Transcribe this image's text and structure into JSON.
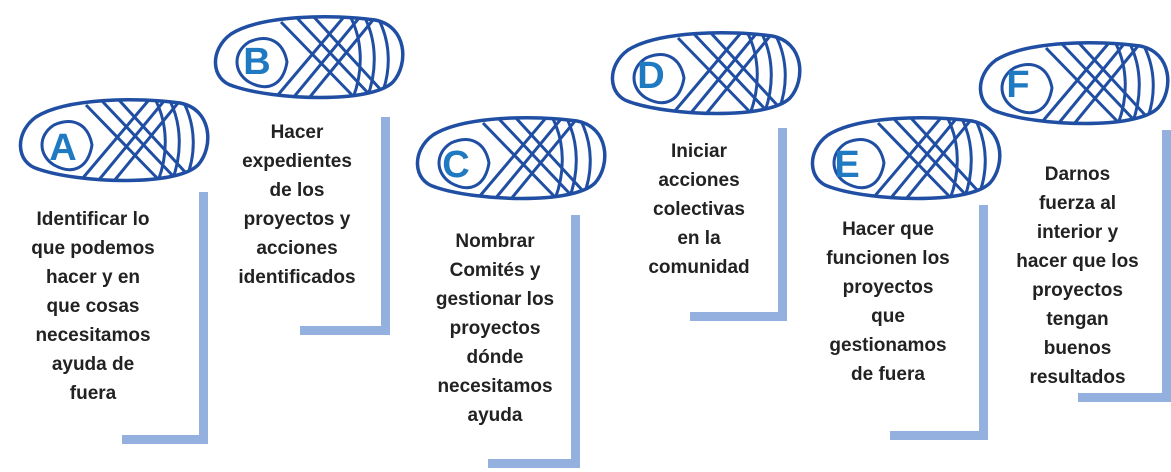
{
  "steps": [
    {
      "letter": "A",
      "text": "Identificar lo\nque podemos\nhacer y en\nque cosas\nnecesitamos\nayuda de\nfuera"
    },
    {
      "letter": "B",
      "text": "Hacer\nexpedientes\nde los\nproyectos y\nacciones\nidentificados"
    },
    {
      "letter": "C",
      "text": "Nombrar\nComités y\ngestionar los\nproyectos\ndónde\nnecesitamos\nayuda"
    },
    {
      "letter": "D",
      "text": "Iniciar\nacciones\ncolectivas\nen la\ncomunidad"
    },
    {
      "letter": "E",
      "text": "Hacer que\nfuncionen los\nproyectos\nque\ngestionamos\nde fuera"
    },
    {
      "letter": "F",
      "text": "Darnos\nfuerza al\ninterior y\nhacer que los\nproyectos\ntengan\nbuenos\nresultados"
    }
  ],
  "colors": {
    "sandal_stroke": "#1f4ea3",
    "letter": "#1f7ac2",
    "bracket": "#93b0de",
    "text": "#222222"
  },
  "icons": [
    "sandal-icon"
  ]
}
